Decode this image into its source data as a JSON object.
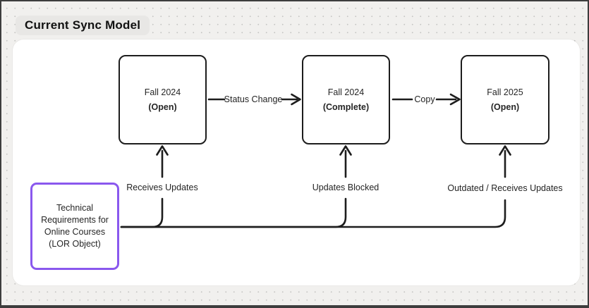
{
  "title": "Current Sync Model",
  "nodes": [
    {
      "line1": "Fall 2024",
      "line2": "(Open)"
    },
    {
      "line1": "Fall 2024",
      "line2": "(Complete)"
    },
    {
      "line1": "Fall 2025",
      "line2": "(Open)"
    }
  ],
  "source": {
    "lines": [
      "Technical",
      "Requirements for",
      "Online Courses",
      "(LOR Object)"
    ]
  },
  "edges": {
    "status_change": "Status Change",
    "copy": "Copy",
    "receives_updates": "Receives Updates",
    "updates_blocked": "Updates Blocked",
    "outdated": "Outdated / Receives Updates"
  },
  "colors": {
    "accent_purple": "#8a58ee",
    "stroke": "#1d1d1d",
    "frame_background": "#ffffff",
    "canvas_background": "#f1f0ee",
    "title_pill_background": "#e8e7e5"
  }
}
